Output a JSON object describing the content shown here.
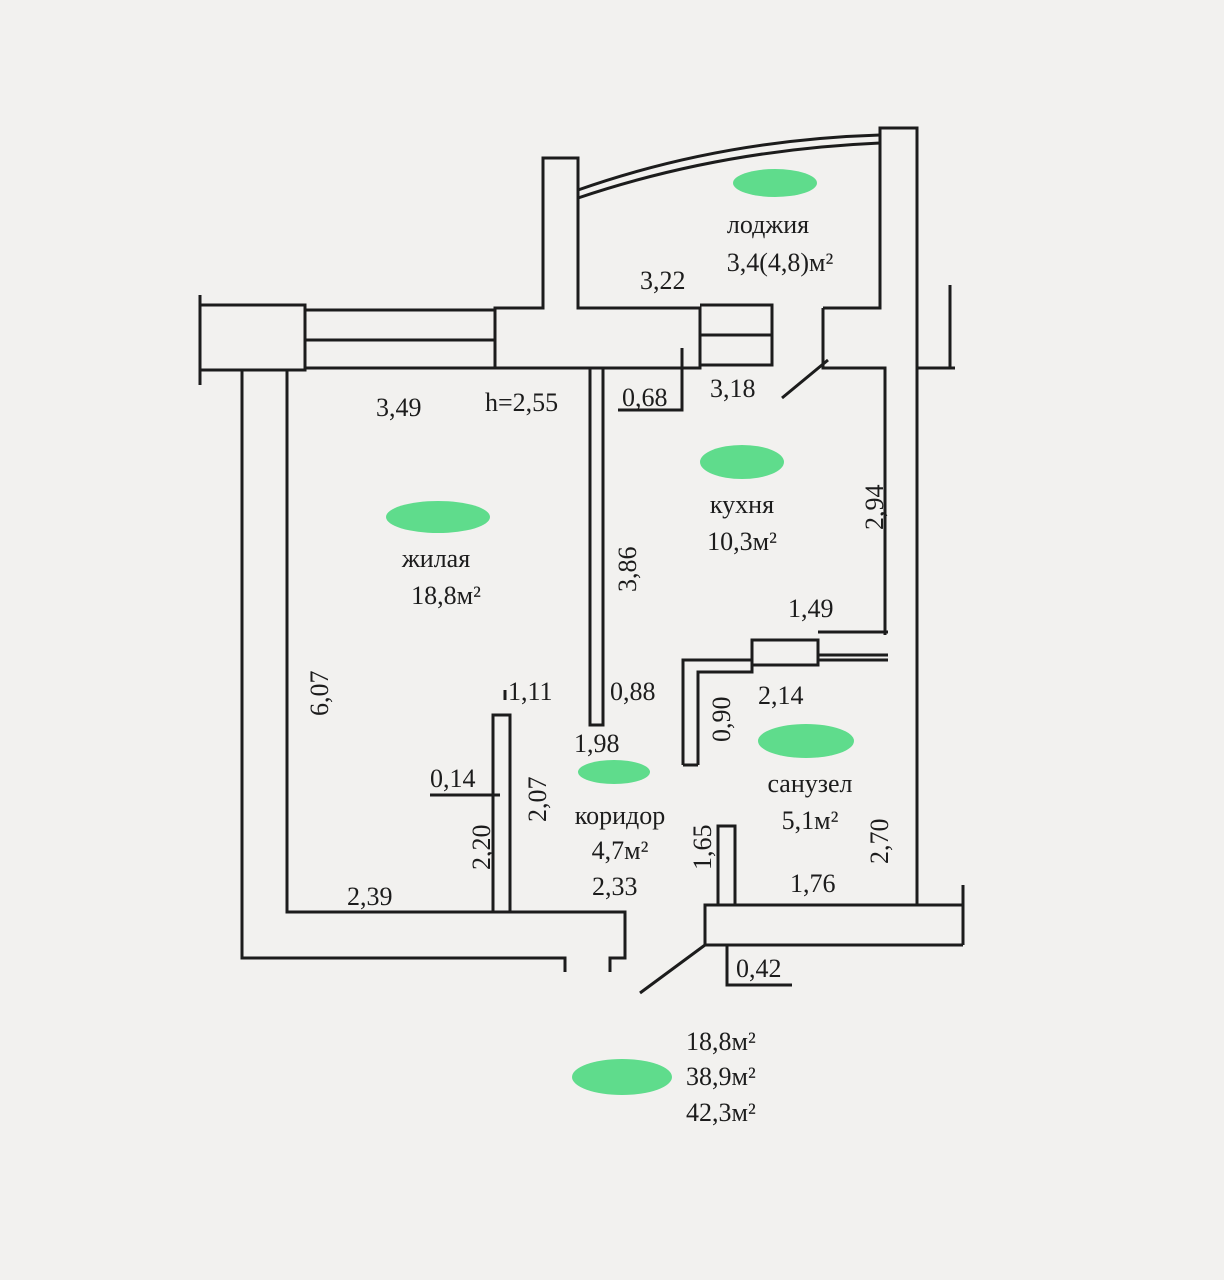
{
  "plan": {
    "height_label": "h=2,55",
    "rooms": [
      {
        "key": "loggia",
        "name": "лоджия",
        "area": "3,4(4,8)м²"
      },
      {
        "key": "kitchen",
        "name": "кухня",
        "area": "10,3м²"
      },
      {
        "key": "living",
        "name": "жилая",
        "area": "18,8м²"
      },
      {
        "key": "corridor",
        "name": "коридор",
        "area": "4,7м²"
      },
      {
        "key": "bathroom",
        "name": "санузел",
        "area": "5,1м²"
      }
    ],
    "dimensions": {
      "d322": "3,22",
      "d349": "3,49",
      "d068": "0,68",
      "d318": "3,18",
      "d294": "2,94",
      "d386": "3,86",
      "d607": "6,07",
      "d149": "1,49",
      "d111": "1,11",
      "d088": "0,88",
      "d090": "0,90",
      "d214": "2,14",
      "d198": "1,98",
      "d014": "0,14",
      "d220": "2,20",
      "d207": "2,07",
      "d165": "1,65",
      "d270": "2,70",
      "d239": "2,39",
      "d233": "2,33",
      "d176": "1,76",
      "d042": "0,42"
    },
    "totals": {
      "living": "18,8м²",
      "total": "38,9м²",
      "total_with_loggia": "42,3м²"
    },
    "redaction_color": "#5fdc8c",
    "wall_color": "#1c1c1c"
  }
}
